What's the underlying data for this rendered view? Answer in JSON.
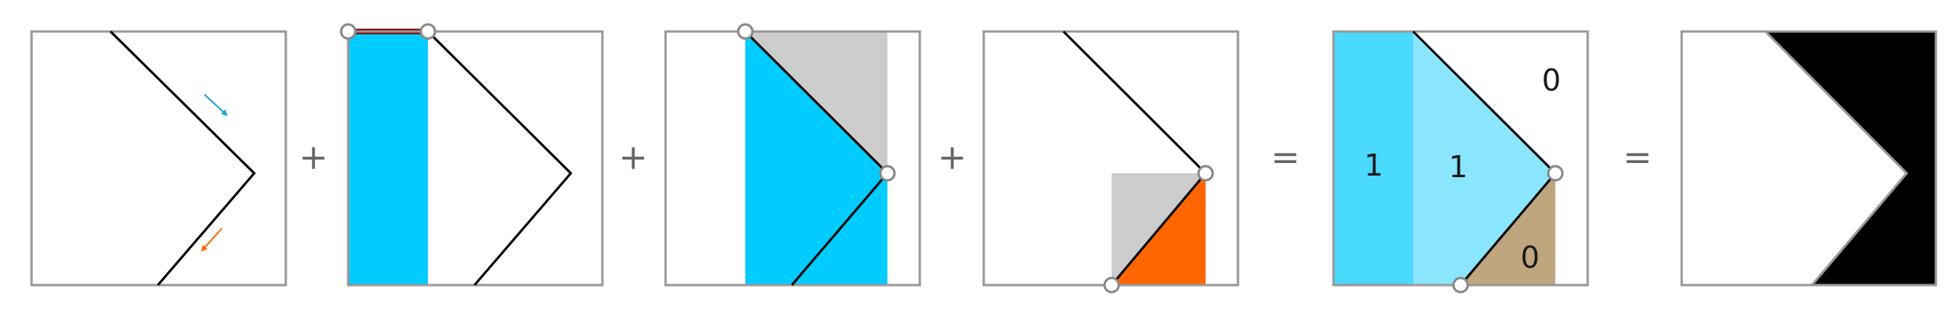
{
  "operators": {
    "plus_1": "+",
    "plus_2": "+",
    "plus_3": "+",
    "equals_1": "=",
    "equals_2": "="
  },
  "coverage_labels": {
    "panel_sum_left": "1",
    "panel_sum_middle": "1",
    "panel_sum_top_right": "0",
    "panel_sum_bottom_right": "0"
  },
  "colors": {
    "frame": "#999999",
    "edge": "#000000",
    "cyan": "#00ccff",
    "cyan_light": "#4ad9ff",
    "cyan_pale": "#8ae5ff",
    "gray": "#cccccc",
    "orange": "#ff6600",
    "tan": "#bfa67f",
    "dark_red": "#800000",
    "fill_black": "#000000"
  },
  "icons": {
    "arrow_down_right": "arrow-down-right-icon",
    "arrow_down_left": "arrow-down-left-icon"
  }
}
